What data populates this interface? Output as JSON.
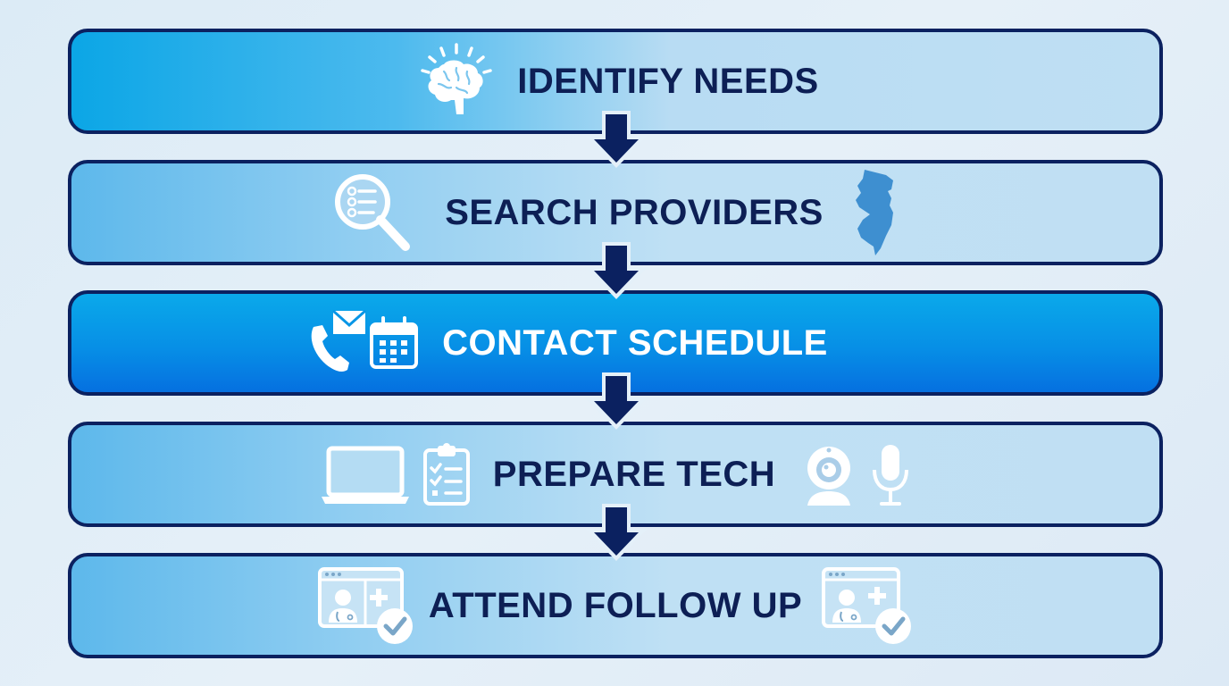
{
  "diagram": {
    "type": "vertical-process-flow",
    "colors": {
      "border": "#0b2160",
      "text": "#0d1f55",
      "active_fill": "#078fe6",
      "active_text": "#ffffff",
      "step_fill": "#bfe0f4",
      "arrow": "#0b2160",
      "background": "#e1edf7"
    },
    "steps": [
      {
        "label": "IDENTIFY NEEDS",
        "icons_left": [
          "brain-lightbulb-icon"
        ],
        "icons_right": []
      },
      {
        "label": "SEARCH PROVIDERS",
        "icons_left": [
          "magnifier-list-icon"
        ],
        "icons_right": [
          "new-jersey-map-icon"
        ]
      },
      {
        "label": "CONTACT SCHEDULE",
        "icons_left": [
          "phone-mail-icon",
          "calendar-icon"
        ],
        "icons_right": [],
        "highlighted": true
      },
      {
        "label": "PREPARE TECH",
        "icons_left": [
          "laptop-icon",
          "checklist-icon"
        ],
        "icons_right": [
          "webcam-icon",
          "microphone-icon"
        ]
      },
      {
        "label": "ATTEND FOLLOW UP",
        "icons_left": [
          "telehealth-doctor-check-icon"
        ],
        "icons_right": [
          "telehealth-doctor-check-icon"
        ]
      }
    ],
    "connectors": [
      "down-arrow",
      "down-arrow",
      "down-arrow",
      "down-arrow"
    ]
  }
}
